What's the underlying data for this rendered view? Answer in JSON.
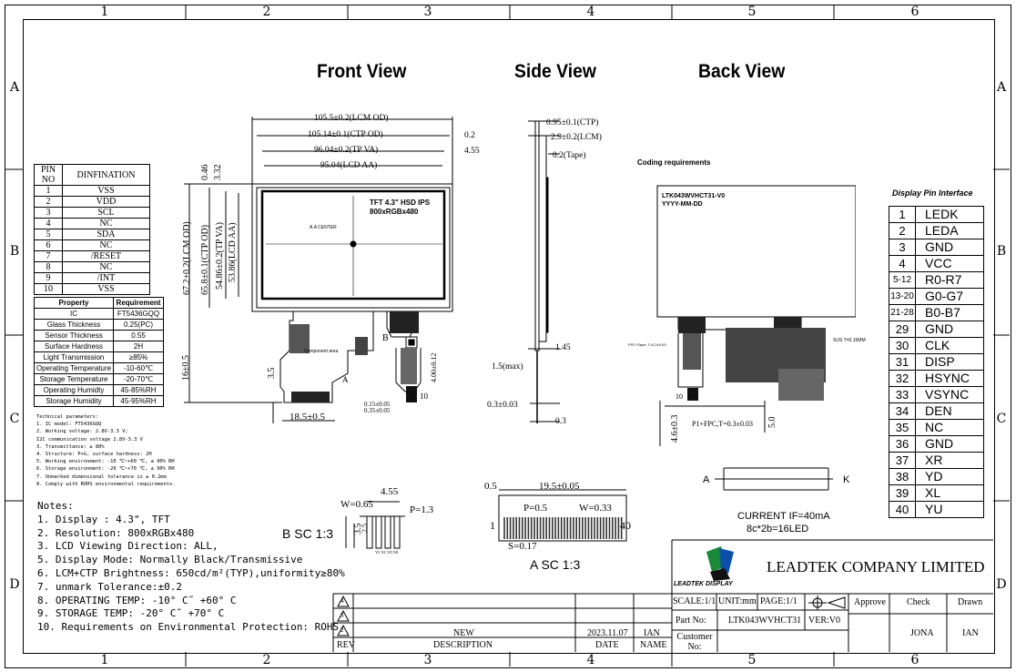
{
  "zones": {
    "cols": [
      "1",
      "2",
      "3",
      "4",
      "5",
      "6"
    ],
    "rows": [
      "A",
      "B",
      "C",
      "D"
    ]
  },
  "views": {
    "front": "Front View",
    "side": "Side View",
    "back": "Back View"
  },
  "front": {
    "dims": {
      "lcm_od": "105.5±0.2(LCM OD)",
      "ctp_od": "105.14±0.1(CTP OD)",
      "tp_va": "96.04±0.2(TP VA)",
      "lcd_aa": "95.04(LCD AA)",
      "d455": "4.55",
      "d02": "0.2",
      "d046": "0.46",
      "d332": "3.32",
      "v_lcm": "67.2±0.2(LCM OD)",
      "v_ctp": "65.8±0.1(CTP OD)",
      "v_tp": "54.86±0.2(TP VA)",
      "v_lcd": "53.86(LCD AA)",
      "v16": "16±0.5",
      "d35": "3.5",
      "d185": "18.5±0.5",
      "d015": "0.15±0.05",
      "d035": "0.35±0.05",
      "d400": "4.00±0.12",
      "pin1": "1",
      "pin10": "10",
      "b_label": "B",
      "a_label": "A"
    },
    "screen_line1": "TFT 4.3\" HSD IPS",
    "screen_line2": "800xRGBx480",
    "aa_center": "A.A CENTER",
    "component": "Component area"
  },
  "side": {
    "ctp": "0.95±0.1(CTP)",
    "lcm": "2.9±0.2(LCM)",
    "tape": "0.2(Tape)",
    "d145": "1.45",
    "dmax": "1.5(max)",
    "d03a": "0.3±0.03",
    "d03b": "0.3"
  },
  "back": {
    "coding": "Coding requirements",
    "code1": "LTK043WVHCT31-V0",
    "code2": "YYYY-MM-DD",
    "fpc_tape": "FPC+Tape: T=0.2±0.03",
    "sus": "SUS T=0.15MM",
    "pin10": "10",
    "pin1": "1",
    "fpc": "P1+FPC,T=0.3±0.03",
    "d46": "4.6±0.3",
    "d50": "5.0",
    "a": "A",
    "k": "K",
    "current": "CURRENT IF=40mA",
    "led": "8c*2b=16LED"
  },
  "pin_table": {
    "headers": [
      "PIN NO",
      "DINFINATION"
    ],
    "rows": [
      [
        "1",
        "VSS"
      ],
      [
        "2",
        "VDD"
      ],
      [
        "3",
        "SCL"
      ],
      [
        "4",
        "NC"
      ],
      [
        "5",
        "SDA"
      ],
      [
        "6",
        "NC"
      ],
      [
        "7",
        "/RESET"
      ],
      [
        "8",
        "NC"
      ],
      [
        "9",
        "/INT"
      ],
      [
        "10",
        "VSS"
      ]
    ]
  },
  "prop_table": {
    "headers": [
      "Property",
      "Requirement"
    ],
    "rows": [
      [
        "IC",
        "FT5436GQQ"
      ],
      [
        "Glass Thickness",
        "0.25(PC)"
      ],
      [
        "Sensor Thickness",
        "0.55"
      ],
      [
        "Surface Hardness",
        "2H"
      ],
      [
        "Light Transmission",
        "≥85%"
      ],
      [
        "Operating Temperature",
        "-10-60℃"
      ],
      [
        "Storage Temperature",
        "-20-70℃"
      ],
      [
        "Operating Humidty",
        "45-85%RH"
      ],
      [
        "Storage Humidity",
        "45-95%RH"
      ]
    ]
  },
  "tech": {
    "title": "Technical parameters:",
    "lines": [
      "1. IC model: FT5436GQQ",
      "2. Working voltage: 2.8V-3.3 V;",
      "I2C communication voltage 2.8V-3.3 V",
      "3. Transmittance: ≥ 80%",
      "4. Structure: P+G, surface hardness: 2H",
      "5. Working environment: -10 ℃~+60 ℃, ≤ 90% RH",
      "6. Storage environment: -20 ℃~+70 ℃, ≤ 90% RH",
      "7. Unmarked dimensional tolerance is ± 0.2mm",
      "8. Comply with ROHS environmental requirements."
    ]
  },
  "notes": {
    "title": "Notes:",
    "lines": [
      "1. Display : 4.3\",  TFT",
      "2. Resolution: 800xRGBx480",
      "3. LCD Viewing Direction: ALL,",
      "5. Display Mode: Normally Black/Transmissive",
      "6. LCM+CTP Brightness: 650cd/m²(TYP),uniformity≥80%",
      "7. unmark Tolerance:±0.2",
      "8. OPERATING TEMP: -10° C˜ +60° C",
      "9. STORAGE TEMP: -20° C˜ +70° C",
      "10. Requirements on Environmental Protection: ROHS"
    ]
  },
  "detail_b": {
    "label": "B SC 1:3",
    "w": "W=0.65",
    "d455": "4.55",
    "p": "P=1.3",
    "d35": "3.5",
    "d25": "2.5",
    "pins": "YU XL YD XR"
  },
  "detail_a": {
    "label": "A SC 1:3",
    "d05": "0.5",
    "d195": "19.5±0.05",
    "p": "P=0.5",
    "w": "W=0.33",
    "pin1": "1",
    "pin40": "40",
    "s": "S=0.17"
  },
  "interface": {
    "title": "Display Pin Interface",
    "rows": [
      [
        "1",
        "LEDK"
      ],
      [
        "2",
        "LEDA"
      ],
      [
        "3",
        "GND"
      ],
      [
        "4",
        "VCC"
      ],
      [
        "5-12",
        "R0-R7"
      ],
      [
        "13-20",
        "G0-G7"
      ],
      [
        "21-28",
        "B0-B7"
      ],
      [
        "29",
        "GND"
      ],
      [
        "30",
        "CLK"
      ],
      [
        "31",
        "DISP"
      ],
      [
        "32",
        "HSYNC"
      ],
      [
        "33",
        "VSYNC"
      ],
      [
        "34",
        "DEN"
      ],
      [
        "35",
        "NC"
      ],
      [
        "36",
        "GND"
      ],
      [
        "37",
        "XR"
      ],
      [
        "38",
        "YD"
      ],
      [
        "39",
        "XL"
      ],
      [
        "40",
        "YU"
      ]
    ]
  },
  "title_block": {
    "company": "LEADTEK COMPANY LIMITED",
    "logo_text": "LEADTEK DISPLAY",
    "scale": "SCALE:1/1",
    "unit": "UNIT:mm",
    "page": "PAGE:1/1",
    "approve": "Approve",
    "check": "Check",
    "drawn": "Drawn",
    "part_label": "Part No:",
    "part_no": "LTK043WVHCT31",
    "ver": "VER:V0",
    "customer_label": "Customer No:",
    "check_name": "JONA",
    "drawn_name": "IAN",
    "rev_marks": [
      "4",
      "3",
      "2",
      "1"
    ],
    "rev": "REV",
    "desc_head": "DESCRIPTION",
    "date_head": "DATE",
    "name_head": "NAME",
    "rev1_desc": "NEW",
    "rev1_date": "2023.11.07",
    "rev1_name": "IAN"
  },
  "colors": {
    "line": "#000000",
    "panel": "#ffffff",
    "hatch": "#333333"
  }
}
